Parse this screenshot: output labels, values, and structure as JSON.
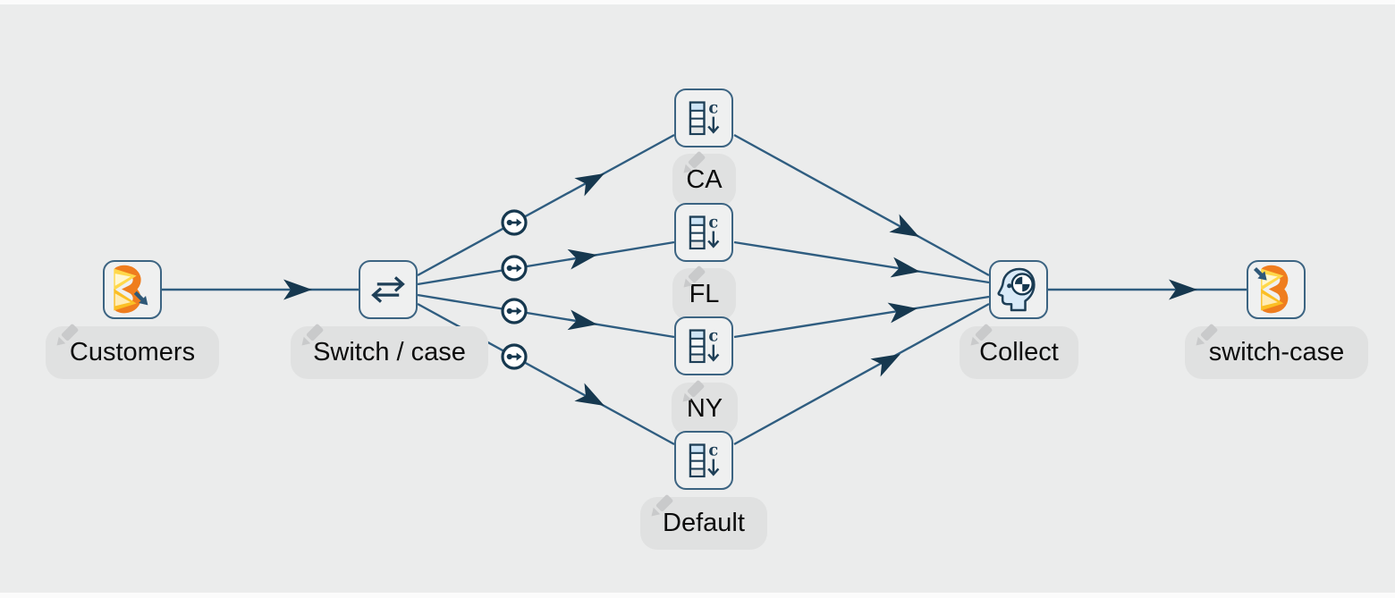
{
  "app": {
    "type": "dataflow-canvas"
  },
  "colors": {
    "canvas_bg": "#ebecec",
    "edge_line": "#2f5d80",
    "arrowhead": "#16384f",
    "node_border": "#3c6482",
    "node_bg": "#eff0f0",
    "label_pill_bg": "#e0e1e1",
    "label_text": "#0c0c0c",
    "icon_navy": "#1e3f57",
    "icon_light_blue": "#cde4f6",
    "head_fill": "#d9eaf8",
    "logo_orange": "#ef7d1e",
    "logo_yellow": "#ffd84a",
    "pencil_gray": "#c9cacb"
  },
  "icons": {
    "case_letter": "c"
  },
  "nodes": [
    {
      "id": "customers",
      "label": "Customers",
      "type": "file-input"
    },
    {
      "id": "switch",
      "label": "Switch / case",
      "type": "switch-case"
    },
    {
      "id": "case_ca",
      "label": "CA",
      "type": "case-output"
    },
    {
      "id": "case_fl",
      "label": "FL",
      "type": "case-output"
    },
    {
      "id": "case_ny",
      "label": "NY",
      "type": "case-output"
    },
    {
      "id": "case_default",
      "label": "Default",
      "type": "case-output"
    },
    {
      "id": "collect",
      "label": "Collect",
      "type": "collect"
    },
    {
      "id": "export",
      "label": "switch-case",
      "type": "file-output"
    }
  ],
  "edges": [
    {
      "from": "customers",
      "to": "switch"
    },
    {
      "from": "switch",
      "to": "case_ca"
    },
    {
      "from": "switch",
      "to": "case_fl"
    },
    {
      "from": "switch",
      "to": "case_ny"
    },
    {
      "from": "switch",
      "to": "case_default"
    },
    {
      "from": "case_ca",
      "to": "collect"
    },
    {
      "from": "case_fl",
      "to": "collect"
    },
    {
      "from": "case_ny",
      "to": "collect"
    },
    {
      "from": "case_default",
      "to": "collect"
    },
    {
      "from": "collect",
      "to": "export"
    }
  ]
}
